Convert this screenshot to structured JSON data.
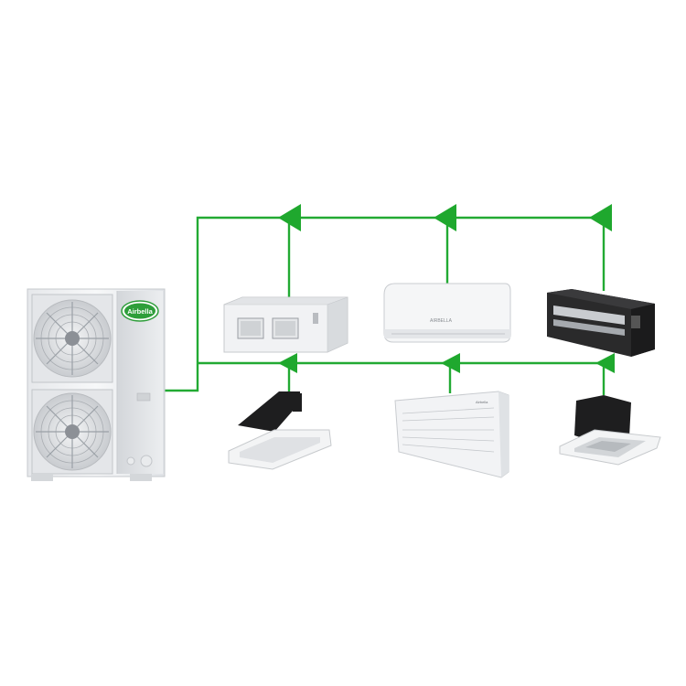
{
  "brand": {
    "logo_text": "Airbella",
    "logo_color": "#2e9e3a"
  },
  "colors": {
    "pipe": "#22aa33",
    "arrow": "#1fa82e",
    "unit_white": "#f2f3f5",
    "unit_dark": "#1e1e1e"
  },
  "outdoor_unit": {
    "name": "outdoor-condenser",
    "fans": 2
  },
  "indoor_units": {
    "top_row": [
      "ducted-unit",
      "wall-split-unit",
      "slim-duct-unit"
    ],
    "bottom_row": [
      "two-way-cassette-unit",
      "floor-ceiling-unit",
      "four-way-cassette-unit"
    ]
  },
  "wall_unit_badge": "AIRBELLA",
  "floor_unit_badge": "Airbella"
}
